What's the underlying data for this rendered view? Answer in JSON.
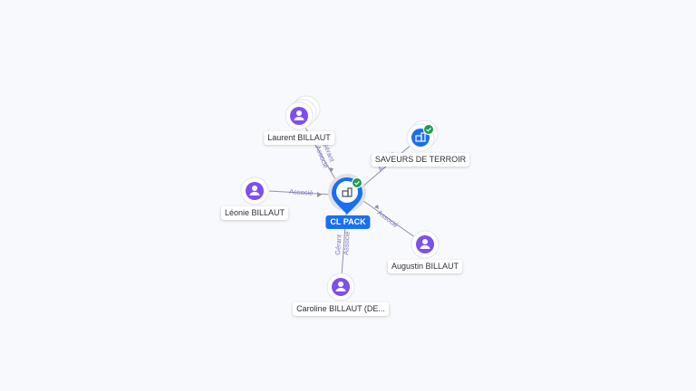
{
  "center": {
    "label": "CL PACK",
    "icon": "company-icon",
    "verified": true
  },
  "companies": [
    {
      "label": "SAVEURS DE TERROIR",
      "icon": "company-icon",
      "verified": true,
      "relation": "Associé"
    }
  ],
  "people": [
    {
      "label": "Laurent BILLAUT",
      "icon": "person-icon",
      "relation_1": "Gérant",
      "relation_2": "Associé"
    },
    {
      "label": "Léonie BILLAUT",
      "icon": "person-icon",
      "relation_1": "Associé"
    },
    {
      "label": "Augustin BILLAUT",
      "icon": "person-icon",
      "relation_1": "Associé"
    },
    {
      "label": "Caroline BILLAUT (DE...",
      "icon": "person-icon",
      "relation_1": "Gérant",
      "relation_2": "Associé"
    }
  ],
  "colors": {
    "person_fill": "#7d4ff0",
    "company_fill": "#1a6ff0",
    "verified": "#1f9d55",
    "edge": "#8f92a8",
    "relation_text": "#7f79c6"
  }
}
